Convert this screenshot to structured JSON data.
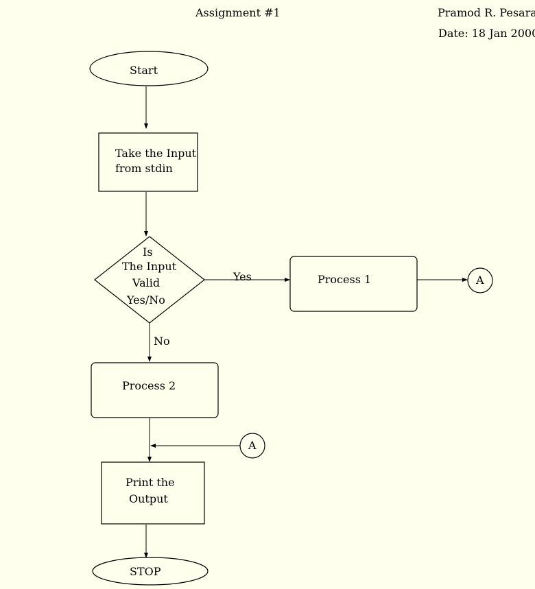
{
  "header": {
    "title": "Assignment #1",
    "author": "Pramod R. Pesara",
    "date": "Date: 18 Jan 2000"
  },
  "flowchart": {
    "start": "Start",
    "input_line1": "Take the Input",
    "input_line2": "from stdin",
    "decision_line1": "Is",
    "decision_line2": "The Input",
    "decision_line3": "Valid",
    "decision_line4": "Yes/No",
    "yes_label": "Yes",
    "no_label": "No",
    "process1": "Process 1",
    "process2": "Process 2",
    "connector_out": "A",
    "connector_in": "A",
    "output_line1": "Print the",
    "output_line2": "Output",
    "stop": "STOP"
  },
  "colors": {
    "background": "#ffffee",
    "stroke": "#000000"
  }
}
